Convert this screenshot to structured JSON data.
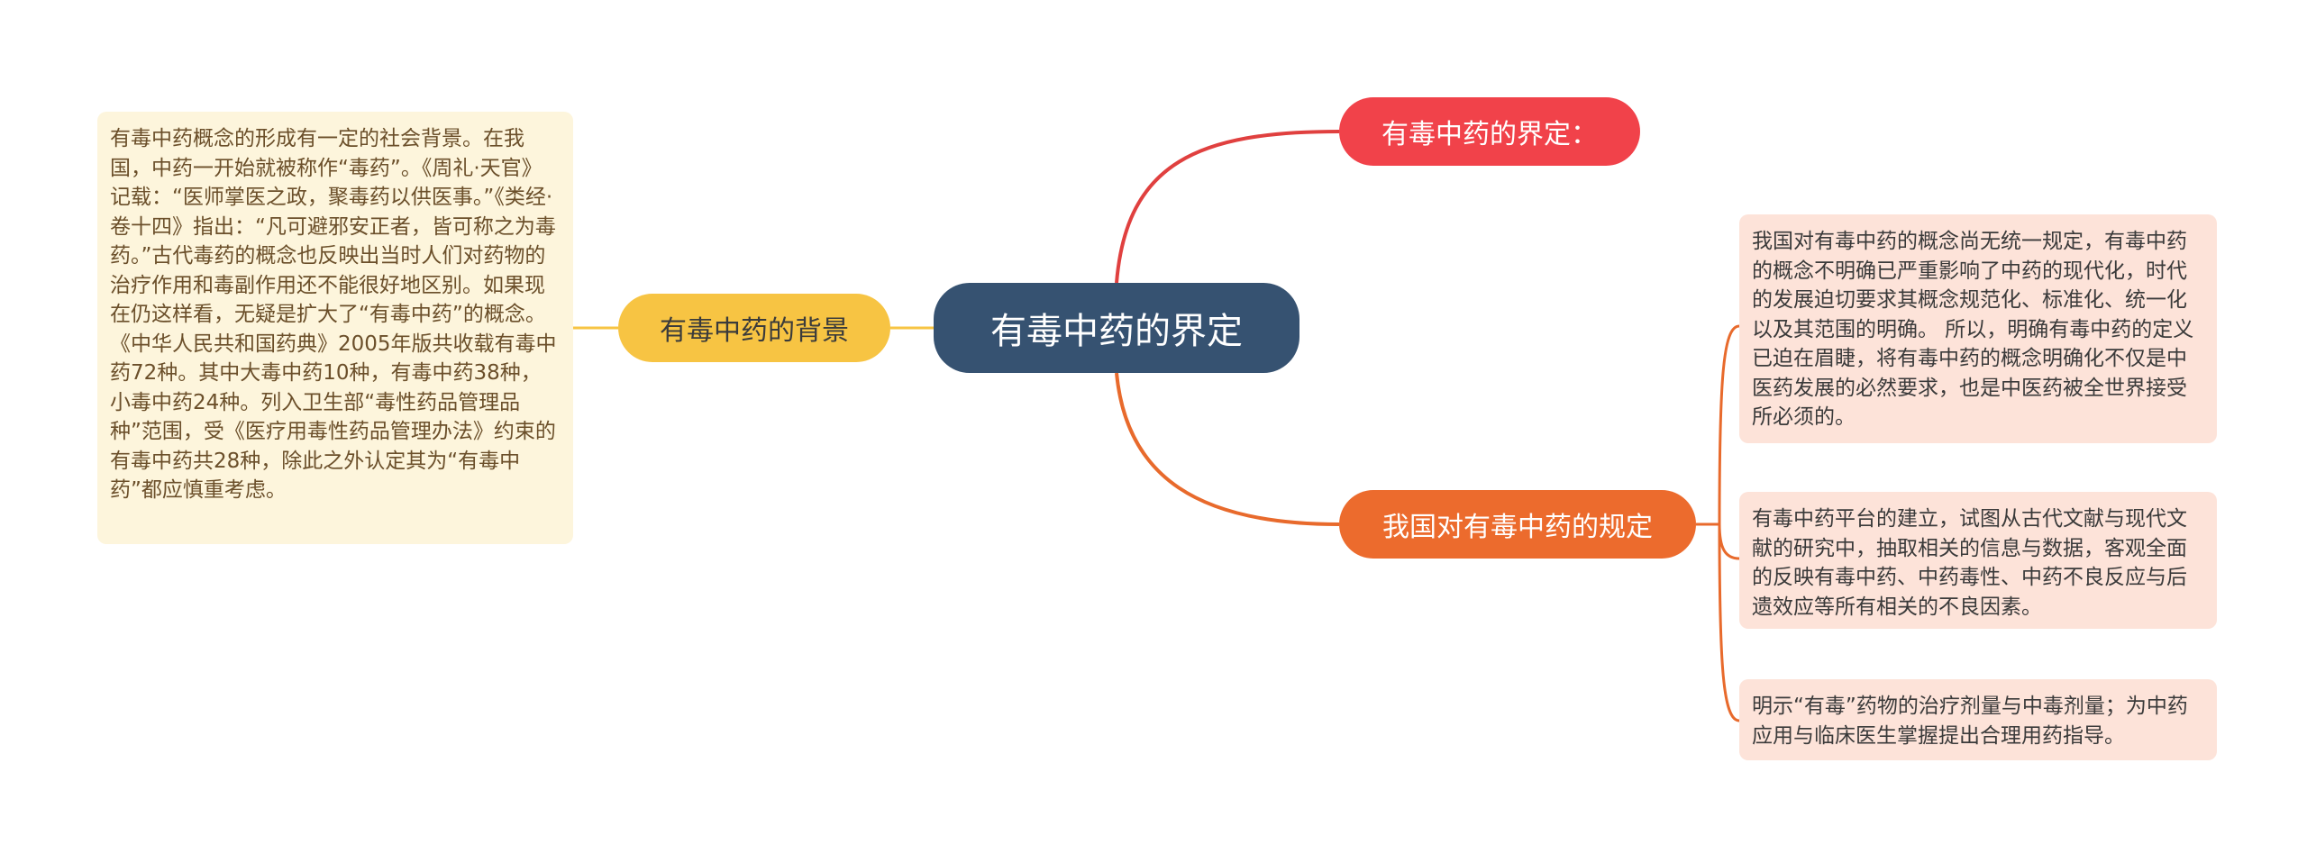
{
  "center": {
    "label": "有毒中药的界定"
  },
  "left": {
    "topic": "有毒中药的背景",
    "note": "有毒中药概念的形成有一定的社会背景。在我国，中药一开始就被称作“毒药”。《周礼·天官》记载：“医师掌医之政，聚毒药以供医事。”《类经·卷十四》指出：“凡可避邪安正者，皆可称之为毒药。”古代毒药的概念也反映出当时人们对药物的治疗作用和毒副作用还不能很好地区别。如果现在仍这样看，无疑是扩大了“有毒中药”的概念。《中华人民共和国药典》2005年版共收载有毒中药72种。其中大毒中药10种，有毒中药38种，小毒中药24种。列入卫生部“毒性药品管理品种”范围，受《医疗用毒性药品管理办法》约束的有毒中药共28种，除此之外认定其为“有毒中药”都应慎重考虑。"
  },
  "right": {
    "topic_definition": "有毒中药的界定：",
    "topic_regulation": "我国对有毒中药的规定",
    "notes": [
      "我国对有毒中药的概念尚无统一规定，有毒中药的概念不明确已严重影响了中药的现代化，时代的发展迫切要求其概念规范化、标准化、统一化以及其范围的明确。 所以，明确有毒中药的定义已迫在眉睫，将有毒中药的概念明确化不仅是中医药发展的必然要求，也是中医药被全世界接受所必须的。",
      "有毒中药平台的建立，试图从古代文献与现代文献的研究中，抽取相关的信息与数据，客观全面的反映有毒中药、中药毒性、中药不良反应与后遗效应等所有相关的不良因素。",
      "明示“有毒”药物的治疗剂量与中毒剂量；为中药应用与临床医生掌握提出合理用药指导。"
    ]
  },
  "colors": {
    "center": "#365271",
    "yellow": "#f7c443",
    "red": "#f1424a",
    "orange": "#ec6b2d",
    "note_yellow": "#fdf5dc",
    "note_peach": "#fde3d9"
  }
}
